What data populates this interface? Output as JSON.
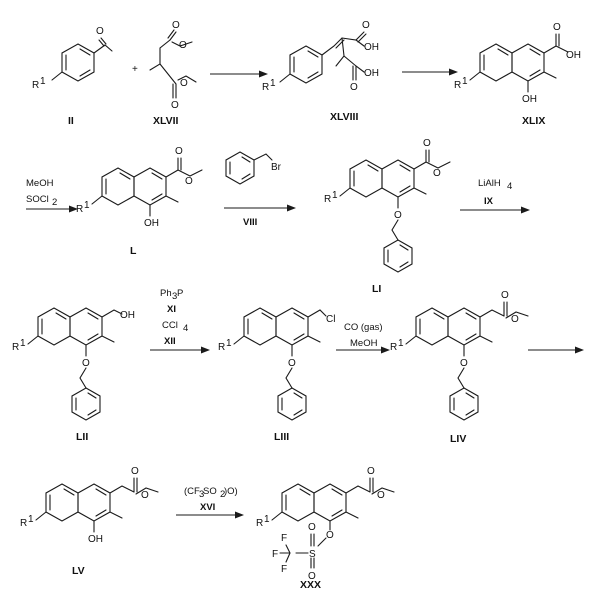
{
  "compounds": {
    "II": "II",
    "XLVII": "XLVII",
    "XLVIII": "XLVIII",
    "XLIX": "XLIX",
    "L": "L",
    "LI": "LI",
    "LII": "LII",
    "LIII": "LIII",
    "LIV": "LIV",
    "LV": "LV",
    "XXX": "XXX"
  },
  "substituent": {
    "R": "R",
    "sup": "1"
  },
  "atoms": {
    "O": "O",
    "OH": "OH",
    "Br": "Br",
    "Cl": "Cl",
    "F": "F",
    "S": "S"
  },
  "reagents": {
    "step2_a": "MeOH",
    "step2_b": "SOCl",
    "step2_b_sub": "2",
    "step3_code": "VIII",
    "step4_a": "LiAlH",
    "step4_a_sub": "4",
    "step4_code": "IX",
    "step5_a": "Ph",
    "step5_a_sub": "3",
    "step5_a_tail": "P",
    "step5_code1": "XI",
    "step5_b": "CCl",
    "step5_b_sub": "4",
    "step5_code2": "XII",
    "step6_a": "CO (gas)",
    "step6_b": "MeOH",
    "step7_a": "(CF",
    "step7_a_sub1": "3",
    "step7_a_mid": "SO",
    "step7_a_sub2": "2",
    "step7_a_tail": ")O)",
    "step7_code": "XVI"
  },
  "misc": {
    "plus": "+"
  }
}
